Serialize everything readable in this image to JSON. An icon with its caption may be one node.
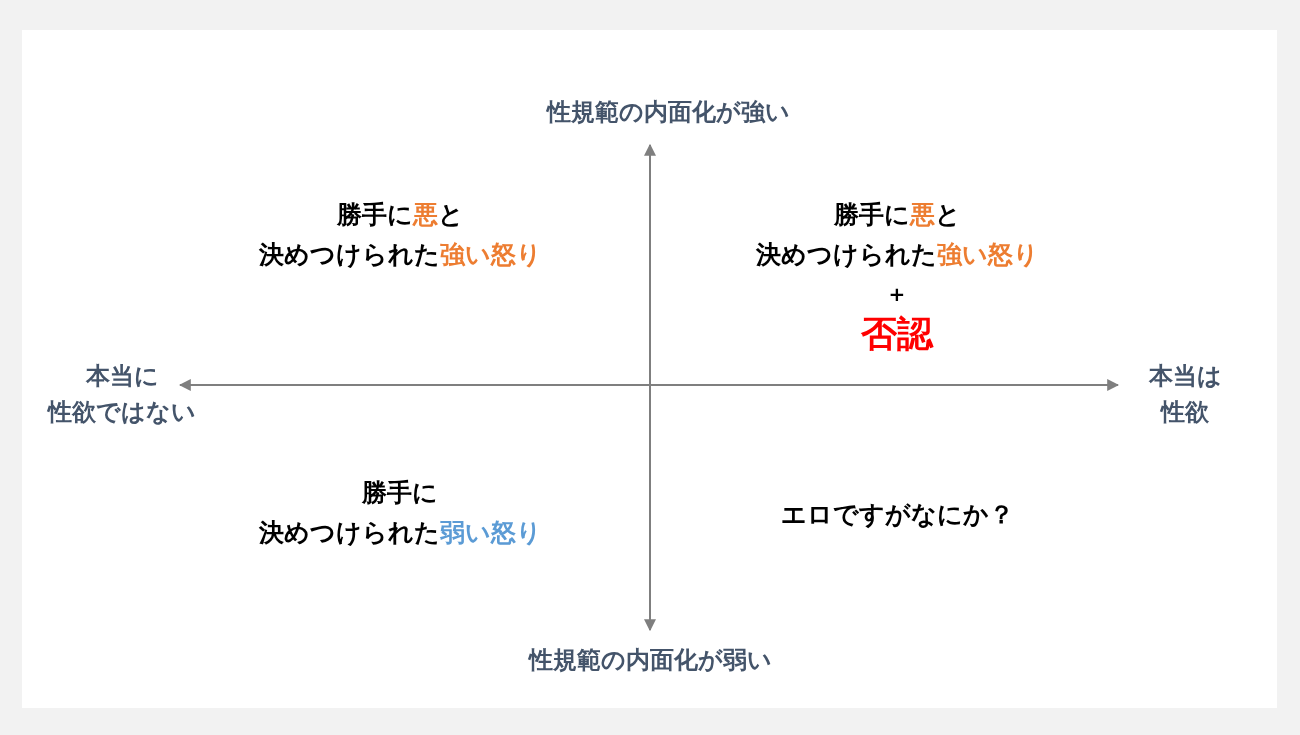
{
  "diagram": {
    "labels": [
      "性規範の内面化が強い",
      "勝手に**悪**と",
      "決めつけられた**強い怒り**",
      "勝手に**悪**と",
      "決めつけられた**強い怒り**",
      "+",
      "否認",
      "本当に",
      "本当は",
      "性欲ではない",
      "性欲",
      "勝手に",
      "決めつけられた**弱い怒り**",
      "エロですがなにか？",
      "性規範の内面化が弱い"
    ]
  }
}
